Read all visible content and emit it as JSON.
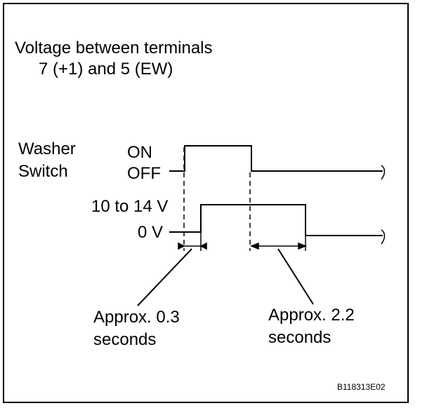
{
  "title": {
    "line1": "Voltage between terminals",
    "line2": "7 (+1) and 5 (EW)"
  },
  "washer_switch": {
    "label_line1": "Washer",
    "label_line2": "Switch",
    "on_label": "ON",
    "off_label": "OFF"
  },
  "voltage": {
    "high_label": "10 to 14 V",
    "low_label": "0 V"
  },
  "annotations": {
    "delay_line1": "Approx. 0.3",
    "delay_line2": "seconds",
    "hold_line1": "Approx. 2.2",
    "hold_line2": "seconds"
  },
  "figure_code": "B118313E02",
  "colors": {
    "line": "#000000",
    "background": "#ffffff"
  }
}
